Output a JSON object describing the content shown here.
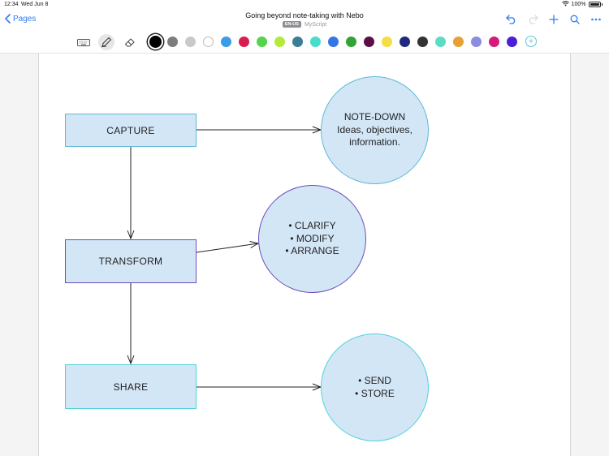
{
  "status_bar": {
    "time": "12:34",
    "date": "Wed Jun 8",
    "battery": "100%"
  },
  "nav": {
    "back_label": "Pages",
    "title": "Going beyond note-taking with Nebo",
    "language_badge": "EN-US",
    "engine_label": "MyScript",
    "actions": [
      "undo-icon",
      "redo-icon",
      "add-icon",
      "search-icon",
      "more-icon"
    ]
  },
  "toolbar": {
    "tools": [
      "keyboard-icon",
      "pen-icon",
      "eraser-icon"
    ],
    "selected_tool": "pen-icon",
    "selected_color": "#000000",
    "colors": [
      "#000000",
      "#7d7d7d",
      "#c9c9c9",
      "#ffffff",
      "#3a9be8",
      "#d81e4e",
      "#55d44b",
      "#b3ea3c",
      "#3a7f93",
      "#47dccb",
      "#3377e6",
      "#34a336",
      "#5c0e47",
      "#f5dd44",
      "#1f2a7c",
      "#333333",
      "#5cdcc4",
      "#e5a134",
      "#8c8ce0",
      "#d41b7a",
      "#4a1fd8"
    ],
    "add_color_label": "+"
  },
  "diagram": {
    "boxes": [
      {
        "id": "capture",
        "label": "CAPTURE",
        "border": "#5fb8d8"
      },
      {
        "id": "transform",
        "label": "TRANSFORM",
        "border": "#6a4ebd"
      },
      {
        "id": "share",
        "label": "SHARE",
        "border": "#52d2d8"
      }
    ],
    "circles": [
      {
        "id": "note-down",
        "lines": [
          "NOTE-DOWN",
          "Ideas, objectives,",
          "information."
        ],
        "border": "#5fb8d8"
      },
      {
        "id": "clarify",
        "lines": [
          "• CLARIFY",
          "• MODIFY",
          "• ARRANGE"
        ],
        "border": "#6a4ebd"
      },
      {
        "id": "send",
        "lines": [
          "• SEND",
          "• STORE"
        ],
        "border": "#52d2d8"
      }
    ]
  }
}
